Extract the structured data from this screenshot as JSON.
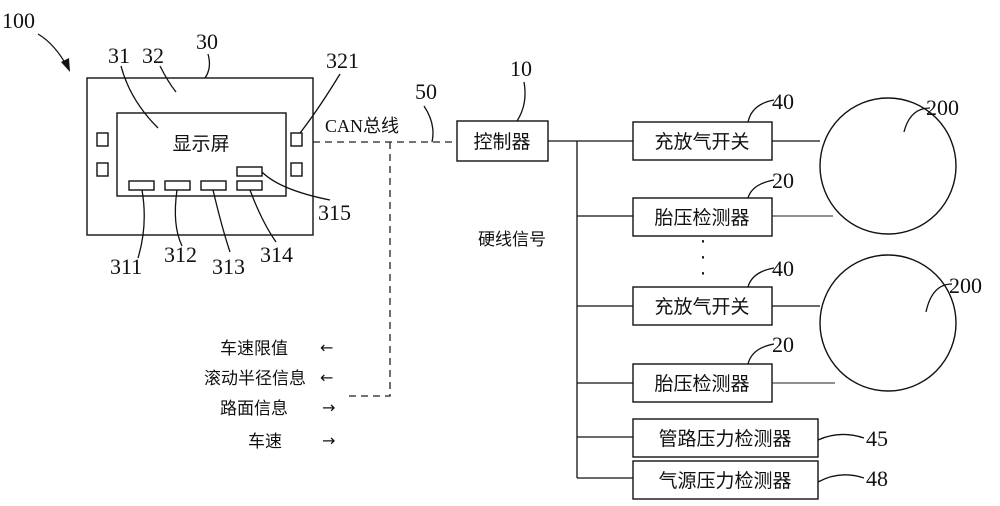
{
  "ref_numbers": {
    "system": "100",
    "terminal": "30",
    "display_area": "31",
    "housing": "32",
    "side_button": "321",
    "key_1": "311",
    "key_2": "312",
    "key_3": "313",
    "key_4": "314",
    "indicator": "315",
    "bus": "50",
    "controller": "10",
    "valve_top": "40",
    "detector_top": "20",
    "valve_bottom": "40",
    "detector_bottom": "20",
    "pipe_detector": "45",
    "source_detector": "48",
    "tire_top": "200",
    "tire_bottom": "200"
  },
  "labels": {
    "display": "显示屏",
    "can_bus": "CAN总线",
    "hardwire": "硬线信号",
    "controller": "控制器",
    "valve": "充放气开关",
    "detector": "胎压检测器",
    "pipe_detector": "管路压力检测器",
    "source_detector": "气源压力检测器",
    "ellipsis": "·"
  },
  "signals": [
    {
      "text": "车速限值",
      "arrow": "←"
    },
    {
      "text": "滚动半径信息",
      "arrow": "←"
    },
    {
      "text": "路面信息",
      "arrow": "→"
    },
    {
      "text": "车速",
      "arrow": "→"
    }
  ]
}
